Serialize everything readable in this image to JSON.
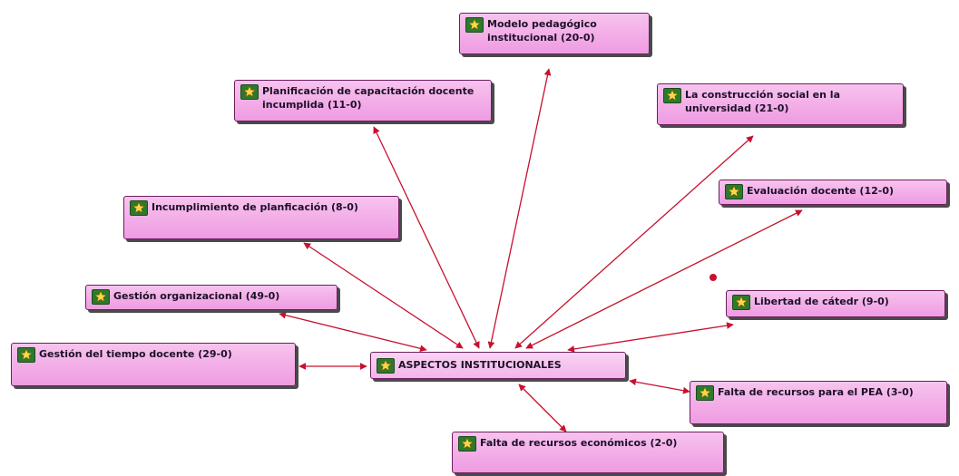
{
  "diagram": {
    "center": {
      "label": "ASPECTOS INSTITUCIONALES"
    },
    "nodes": [
      {
        "id": "modelo",
        "label": "Modelo pedagógico institucional (20-0)"
      },
      {
        "id": "planificacion-capacitacion",
        "label": "Planificación de capacitación docente incumplida (11-0)"
      },
      {
        "id": "construccion-social",
        "label": "La construcción social en la universidad (21-0)"
      },
      {
        "id": "incumplimiento",
        "label": "Incumplimiento de planficación (8-0)"
      },
      {
        "id": "evaluacion",
        "label": "Evaluación docente (12-0)"
      },
      {
        "id": "gestion-org",
        "label": "Gestión organizacional (49-0)"
      },
      {
        "id": "libertad",
        "label": "Libertad de cátedr (9-0)"
      },
      {
        "id": "gestion-tiempo",
        "label": "Gestión del tiempo docente (29-0)"
      },
      {
        "id": "falta-pea",
        "label": "Falta de recursos para el PEA (3-0)"
      },
      {
        "id": "falta-economicos",
        "label": "Falta de recursos económicos (2-0)"
      }
    ],
    "colors": {
      "node_fill": "#ef9be2",
      "node_border": "#6b1f5c",
      "edge": "#c8102e",
      "icon_bg": "#2c7a2c",
      "icon_star": "#ffd84a"
    },
    "icon": "star-code-icon"
  }
}
